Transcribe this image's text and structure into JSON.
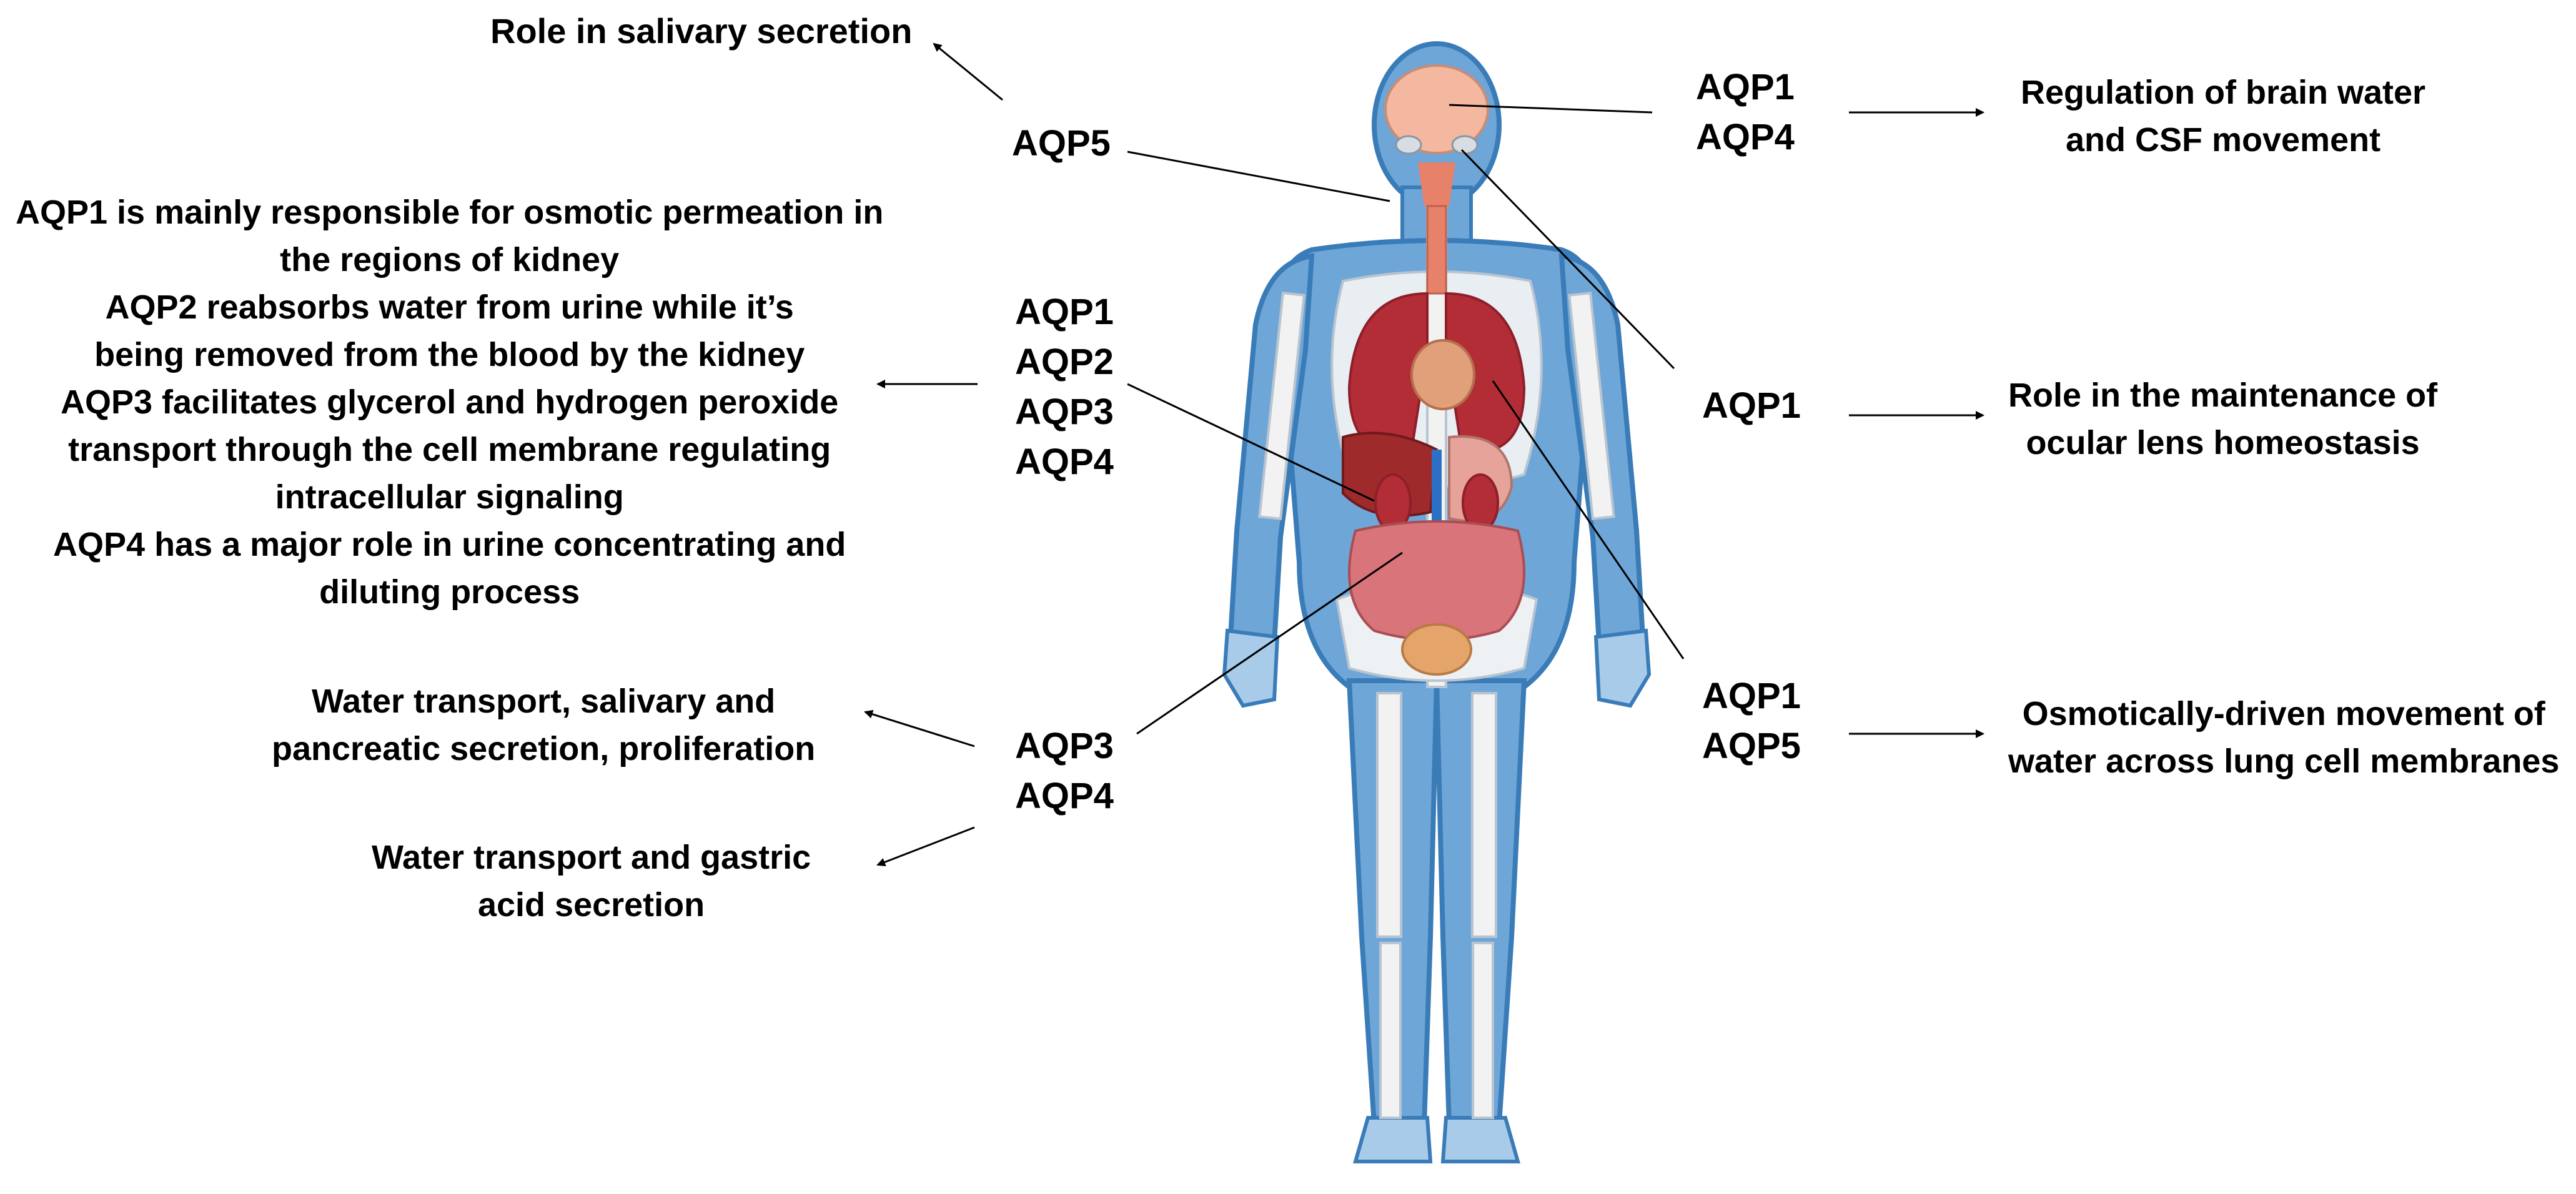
{
  "figure": {
    "palette": {
      "body_outline": "#3a7cb8",
      "body_fill": "#6ea6d8",
      "body_fill_light": "#a8cbea",
      "bone": "#f2f2f2",
      "bone_edge": "#b8c4d0",
      "brain": "#f4b8a0",
      "organ_red": "#b32d36",
      "organ_dark": "#8e1f2a",
      "liver": "#9e2a2b",
      "stomach": "#e6a39a",
      "intestine": "#d8747a",
      "bladder": "#e5a46a",
      "vein": "#2d6fc4",
      "trachea": "#e8816a",
      "line": "#000000"
    },
    "groups": {
      "head": [
        "AQP5"
      ],
      "brain": [
        "AQP1",
        "AQP4"
      ],
      "eye": [
        "AQP1"
      ],
      "kidney": [
        "AQP1",
        "AQP2",
        "AQP3",
        "AQP4"
      ],
      "lung": [
        "AQP1",
        "AQP5"
      ],
      "gut": [
        "AQP3",
        "AQP4"
      ]
    },
    "descriptions": {
      "salivary": "Role in salivary secretion",
      "brain": [
        "Regulation of brain water",
        "and CSF movement"
      ],
      "eye": [
        "Role in the maintenance of",
        "ocular lens homeostasis"
      ],
      "lung": [
        "Osmotically-driven movement of",
        "water across lung cell membranes"
      ],
      "kidney": [
        "AQP1 is mainly responsible for osmotic permeation in",
        "the regions of kidney",
        "AQP2 reabsorbs water from urine while it’s",
        "being removed from the blood by the kidney",
        "AQP3 facilitates glycerol and hydrogen peroxide",
        "transport through the cell membrane regulating",
        "intracellular signaling",
        "AQP4 has a major role in urine concentrating and",
        "diluting process"
      ],
      "intestine": [
        "Water transport, salivary and",
        "pancreatic secretion, proliferation"
      ],
      "stomach": [
        "Water transport and gastric",
        "acid secretion"
      ]
    }
  }
}
